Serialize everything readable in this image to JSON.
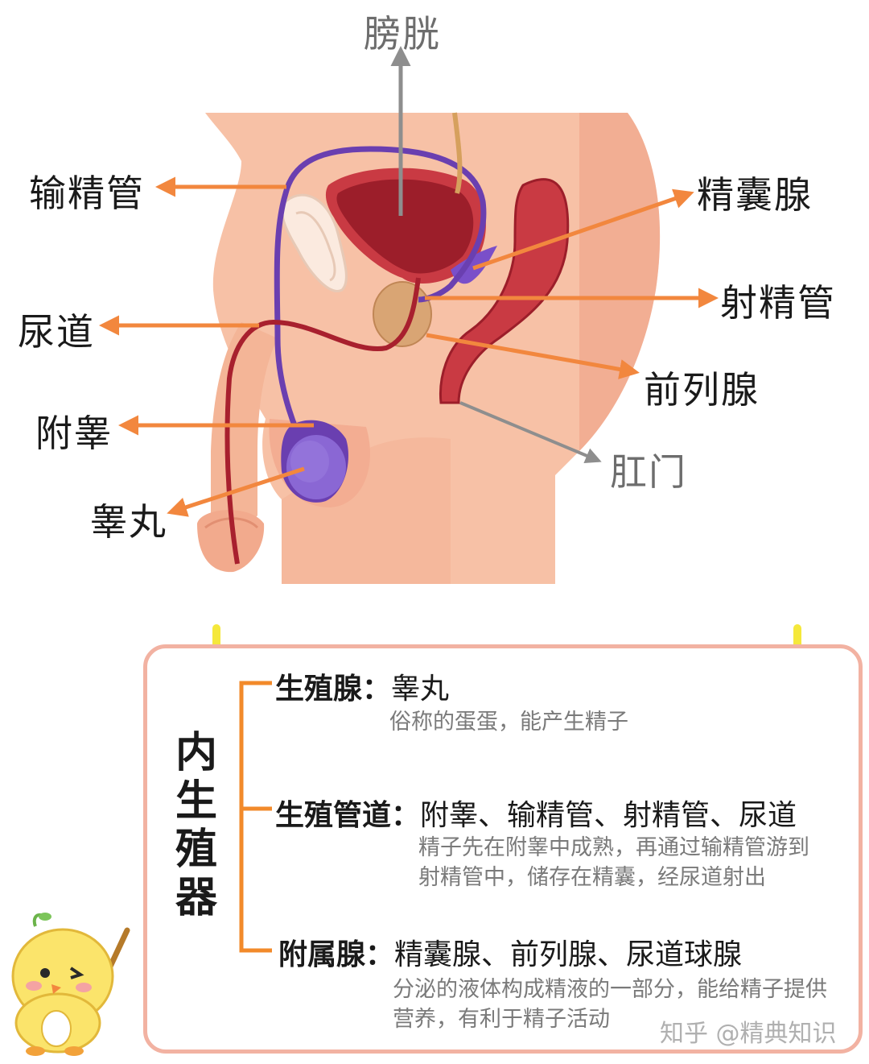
{
  "diagram": {
    "labels": {
      "bladder": "膀胱",
      "vas_deferens": "输精管",
      "seminal_vesicle": "精囊腺",
      "ejaculatory_duct": "射精管",
      "urethra": "尿道",
      "prostate": "前列腺",
      "epididymis": "附睾",
      "anus": "肛门",
      "testis": "睾丸"
    }
  },
  "panel": {
    "title": "内生殖器",
    "rows": [
      {
        "label": "生殖腺：",
        "items": "睾丸",
        "desc": "俗称的蛋蛋，能产生精子"
      },
      {
        "label": "生殖管道：",
        "items": "附睾、输精管、射精管、尿道",
        "desc": "精子先在附睾中成熟，再通过输精管游到射精管中，储存在精囊，经尿道射出"
      },
      {
        "label": "附属腺：",
        "items": "精囊腺、前列腺、尿道球腺",
        "desc": "分泌的液体构成精液的一部分，能给精子提供营养，有利于精子活动"
      }
    ]
  },
  "watermark": "知乎 @精典知识",
  "colors": {
    "arrow": "#f2873e",
    "gray_arrow": "#8e8e8e",
    "skin": "#f7c1a6",
    "vas_deferens": "#6a3fb0",
    "bladder": "#a8202e",
    "panel_border": "#f2b2a2",
    "bracket": "#f28a2a",
    "pin": "#f5e83b"
  }
}
